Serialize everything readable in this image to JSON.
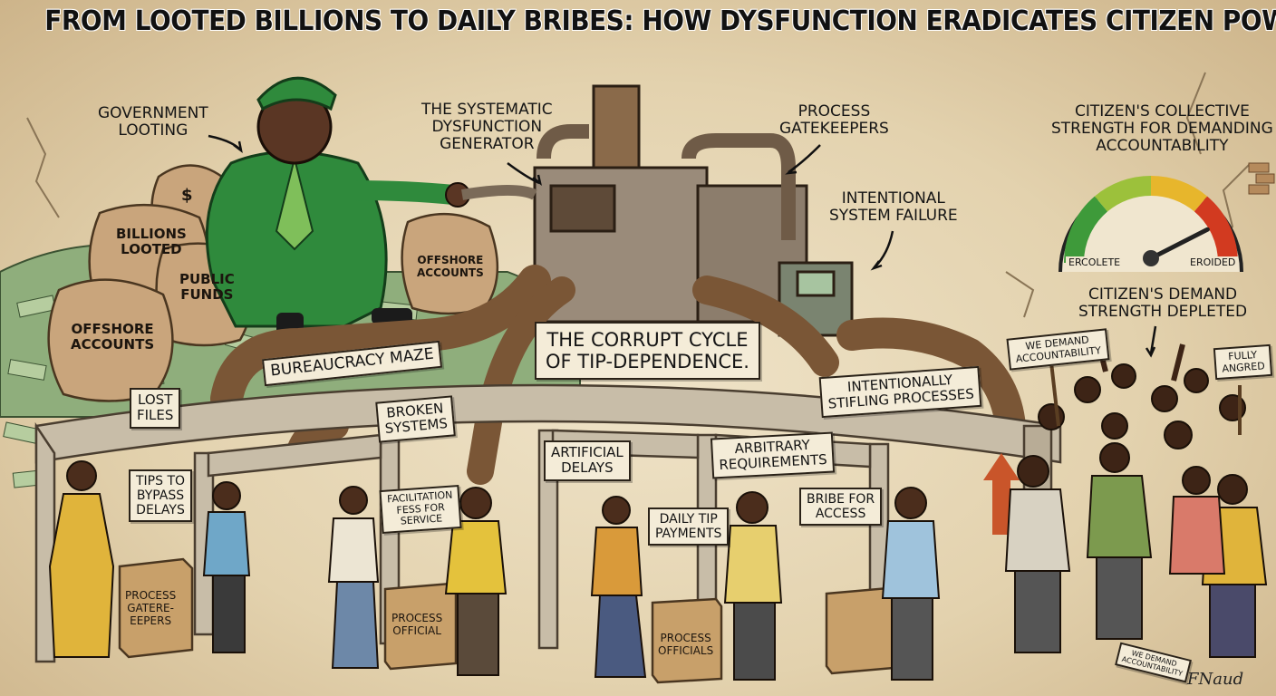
{
  "title": "FROM LOOTED BILLIONS TO DAILY BRIBES: HOW DYSFUNCTION ERADICATES CITIZEN POWER.",
  "callouts": {
    "government_looting": [
      "GOVERNMENT",
      "LOOTING"
    ],
    "dysfunction_generator": [
      "THE SYSTEMATIC",
      "DYSFUNCTION",
      "GENERATOR"
    ],
    "process_gatekeepers": [
      "PROCESS",
      "GATEKEEPERS"
    ],
    "intentional_failure": [
      "INTENTIONAL",
      "SYSTEM FAILURE"
    ],
    "collective_strength": [
      "CITIZEN'S COLLECTIVE",
      "STRENGTH FOR DEMANDING",
      "ACCOUNTABILITY"
    ],
    "demand_depleted": [
      "CITIZEN'S DEMAND",
      "STRENGTH DEPLETED"
    ]
  },
  "gauge": {
    "left_label": "ERCOLETE",
    "right_label": "EROIDED",
    "level": 0.85
  },
  "money_bags": {
    "dollar": "$",
    "billions": [
      "BILLIONS",
      "LOOTED"
    ],
    "public": [
      "PUBLIC",
      "FUNDS"
    ],
    "offshore_left": [
      "OFFSHORE",
      "ACCOUNTS"
    ],
    "offshore_right": [
      "OFFSHORE",
      "ACCOUNTS"
    ]
  },
  "maze_signs": {
    "bureaucracy": "BUREAUCRACY MAZE",
    "cycle": [
      "THE CORRUPT CYCLE",
      "OF TIP-DEPENDENCE."
    ],
    "stifling": [
      "INTENTIONALLY",
      "STIFLING PROCESSES"
    ],
    "lost_files": [
      "LOST",
      "FILES"
    ],
    "broken": [
      "BROKEN",
      "SYSTEMS"
    ],
    "delays": [
      "ARTIFICIAL",
      "DELAYS"
    ],
    "arbitrary": [
      "ARBITRARY",
      "REQUIREMENTS"
    ],
    "tips": [
      "TIPS TO",
      "BYPASS",
      "DELAYS"
    ],
    "facilitation": [
      "FACILITATION",
      "FESS FOR",
      "SERVICE"
    ],
    "daily_tip": [
      "DAILY TIP",
      "PAYMENTS"
    ],
    "bribe": [
      "BRIBE FOR",
      "ACCESS"
    ]
  },
  "boxes": {
    "gatekeepers": [
      "PROCESS",
      "GATERE-",
      "EEPERS"
    ],
    "official": [
      "PROCESS",
      "OFFICIAL"
    ],
    "officials": [
      "PROCESS",
      "OFFICIALS"
    ]
  },
  "protest_signs": {
    "demand": [
      "WE DEMAND",
      "ACCOUNTABILITY"
    ],
    "angred": [
      "FULLY",
      "ANGRED"
    ],
    "ground": [
      "WE DEMAND",
      "ACCOUNTABILITY"
    ]
  },
  "signature": "FNaud",
  "colors": {
    "background": "#e6d6b4",
    "robe": "#2f8a3c",
    "rust": "#7a5636",
    "money": "#8fae7c",
    "gauge_red": "#d23a20",
    "gauge_green": "#3e9a3a"
  }
}
